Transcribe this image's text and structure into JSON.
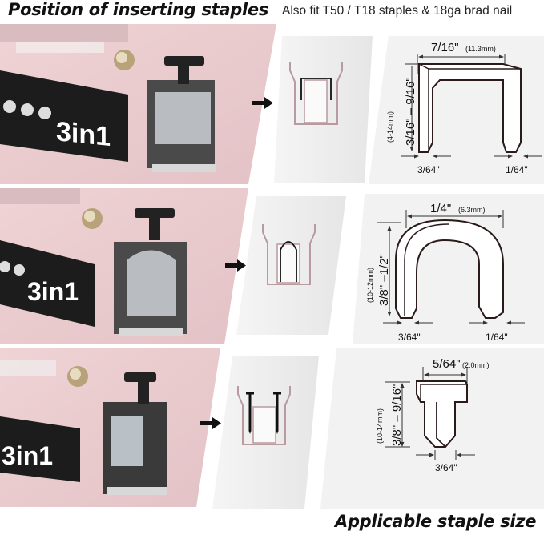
{
  "header": {
    "title": "Position of inserting staples",
    "subtitle": "Also fit T50 / T18 staples & 18ga brad nail"
  },
  "footer": {
    "caption": "Applicable staple size"
  },
  "colors": {
    "tool_pink": "#e9c9cc",
    "tool_pink_dark": "#c9a3a8",
    "label_black": "#1c1c1c",
    "panel_gray": "#ececec",
    "diagram_line": "#2a1a1a",
    "channel_mauve": "#b89aa0"
  },
  "rows": [
    {
      "name": "flat-staple",
      "tool_label": "3in1",
      "channel_content": "flat-staple",
      "width_label": "7/16\"",
      "width_mm": "(11.3mm)",
      "height_label": "3/16\" – 9/16\"",
      "height_mm": "(4-14mm)",
      "left_thickness": "3/64\"",
      "right_thickness": "1/64\""
    },
    {
      "name": "round-staple",
      "tool_label": "3in1",
      "channel_content": "round-staple",
      "width_label": "1/4\"",
      "width_mm": "(6.3mm)",
      "height_label": "3/8\" –1/2\"",
      "height_mm": "(10-12mm)",
      "left_thickness": "3/64\"",
      "right_thickness": "1/64\""
    },
    {
      "name": "brad-nail",
      "tool_label": "3in1",
      "channel_content": "brad-nail",
      "width_label": "5/64\"",
      "width_mm": "(2.0mm)",
      "height_label": "3/8\" – 9/16\"",
      "height_mm": "(10-14mm)",
      "bottom_thickness": "3/64\""
    }
  ]
}
